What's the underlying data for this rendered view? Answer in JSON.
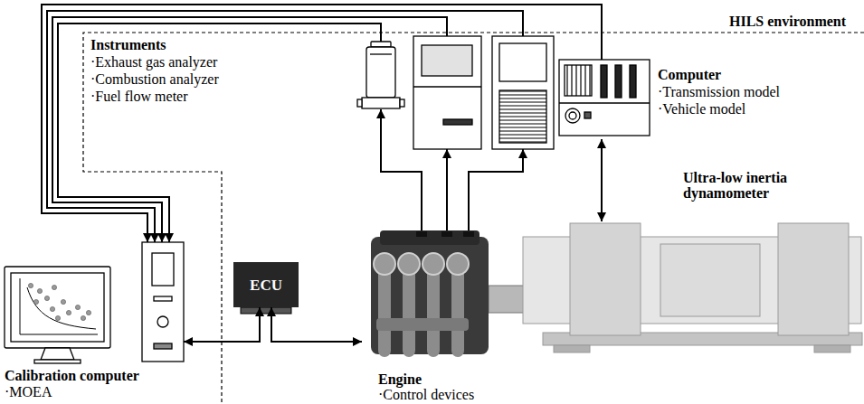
{
  "diagram": {
    "nodes": [
      {
        "text": [
          "Instruments",
          "·Exhaust gas analyzer",
          "·Combustion analyzer",
          "·Fuel flow meter"
        ]
      },
      {
        "text": [
          "Computer",
          "·Transmission model",
          "·Vehicle model"
        ]
      },
      {
        "text": [
          "Ultra-low inertia dynamometer"
        ]
      },
      {
        "text": [
          "Calibration computer",
          "·MOEA"
        ]
      },
      {
        "text": [
          "ECU"
        ]
      },
      {
        "text": [
          "Engine",
          "·Control devices"
        ]
      }
    ],
    "edges": [
      {
        "from": 5,
        "to": 0,
        "arrow": "to"
      },
      {
        "from": 0,
        "to": 3,
        "arrow": "to"
      },
      {
        "from": 1,
        "to": 3,
        "arrow": "to"
      },
      {
        "from": 3,
        "to": 4,
        "arrow": "both"
      },
      {
        "from": 4,
        "to": 5,
        "arrow": "both"
      },
      {
        "from": 1,
        "to": 2,
        "arrow": "both"
      }
    ],
    "labels": [
      "HILS environment"
    ]
  }
}
